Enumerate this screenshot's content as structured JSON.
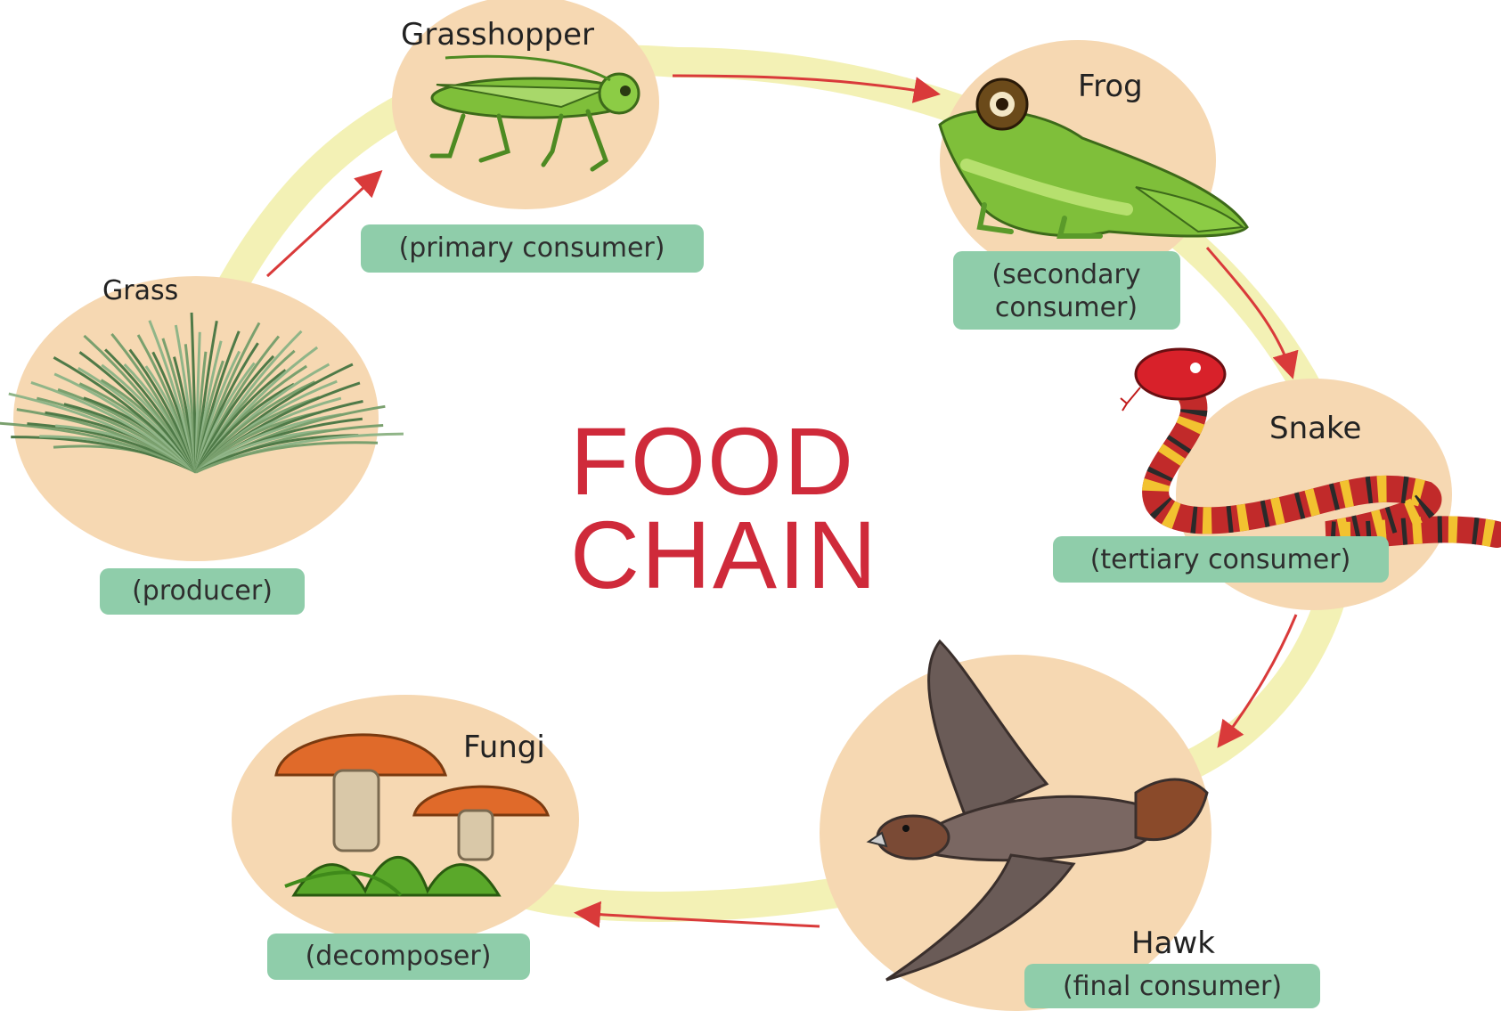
{
  "diagram": {
    "title_line1": "FOOD",
    "title_line2": "CHAIN",
    "nodes": [
      {
        "id": "grass",
        "name": "Grass",
        "role": "(producer)"
      },
      {
        "id": "grasshopper",
        "name": "Grasshopper",
        "role": "(primary consumer)"
      },
      {
        "id": "frog",
        "name": "Frog",
        "role_line1": "(secondary",
        "role_line2": "consumer)"
      },
      {
        "id": "snake",
        "name": "Snake",
        "role": "(tertiary consumer)"
      },
      {
        "id": "hawk",
        "name": "Hawk",
        "role": "(final consumer)"
      },
      {
        "id": "fungi",
        "name": "Fungi",
        "role": "(decomposer)"
      }
    ]
  },
  "colors": {
    "title": "#cf2a3a",
    "arrow": "#d93a3a",
    "ring": "#f3f1b5",
    "circle": "#f6d8b2",
    "label_bg": "#8fcdaa"
  },
  "icons": [
    "grass-icon",
    "grasshopper-icon",
    "frog-icon",
    "snake-icon",
    "hawk-icon",
    "mushroom-icon"
  ]
}
